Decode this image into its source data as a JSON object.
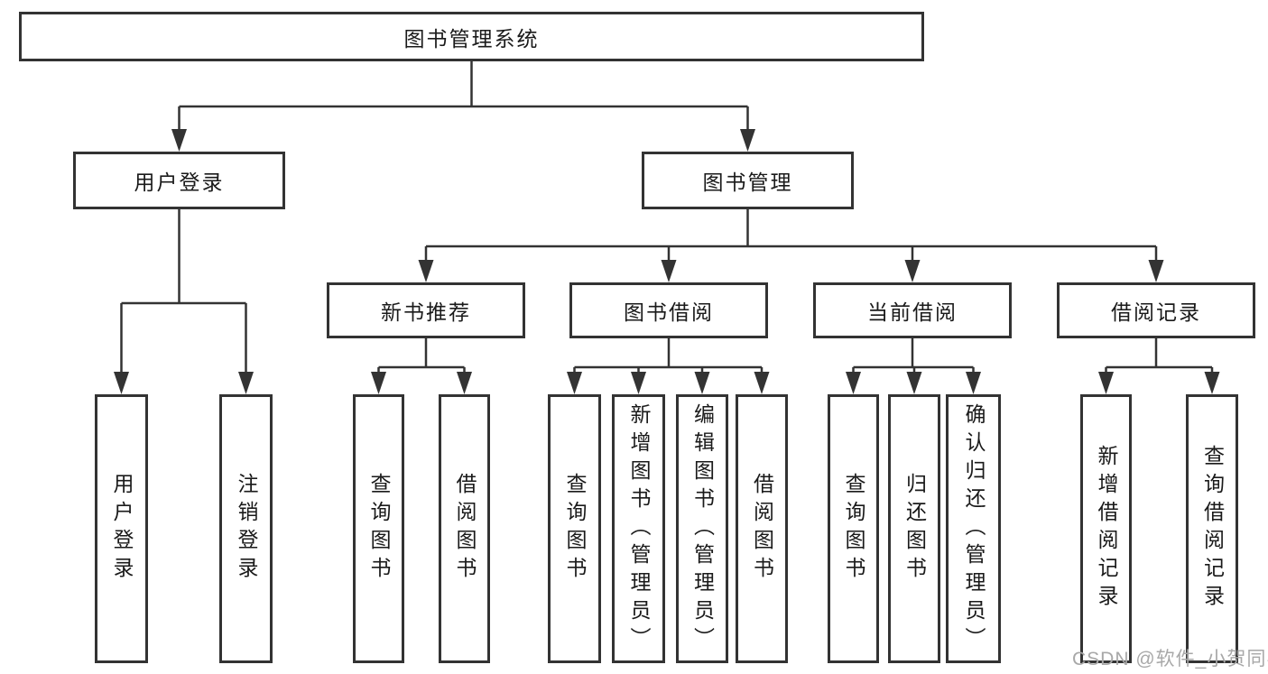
{
  "tree": {
    "root": {
      "label": "图书管理系统"
    },
    "branches": [
      {
        "label": "用户登录",
        "children": [
          {
            "label": "用户登录"
          },
          {
            "label": "注销登录"
          }
        ]
      },
      {
        "label": "图书管理",
        "children": [
          {
            "label": "新书推荐",
            "children": [
              {
                "label": "查询图书"
              },
              {
                "label": "借阅图书"
              }
            ]
          },
          {
            "label": "图书借阅",
            "children": [
              {
                "label": "查询图书"
              },
              {
                "label": "新增图书（管理员）"
              },
              {
                "label": "编辑图书（管理员）"
              },
              {
                "label": "借阅图书"
              }
            ]
          },
          {
            "label": "当前借阅",
            "children": [
              {
                "label": "查询图书"
              },
              {
                "label": "归还图书"
              },
              {
                "label": "确认归还（管理员）"
              }
            ]
          },
          {
            "label": "借阅记录",
            "children": [
              {
                "label": "新增借阅记录"
              },
              {
                "label": "查询借阅记录"
              }
            ]
          }
        ]
      }
    ]
  },
  "watermark": {
    "text": "CSDN @软件_小贺同学"
  },
  "colors": {
    "line": "#333333",
    "text": "#1a1a1a",
    "watermark": "#a8a8a8",
    "background": "#ffffff"
  }
}
